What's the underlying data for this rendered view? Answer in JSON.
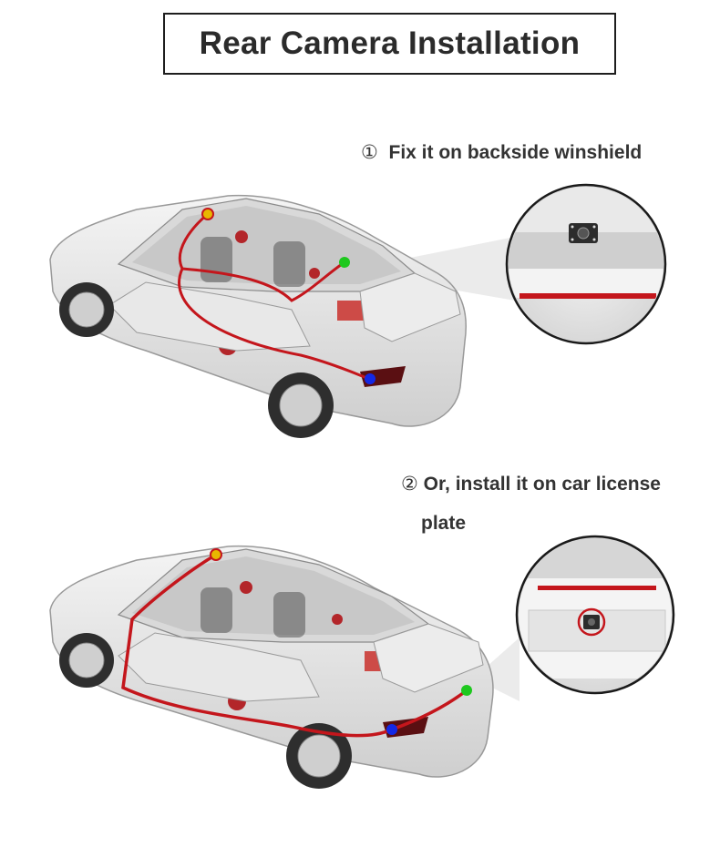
{
  "title": "Rear Camera Installation",
  "steps": [
    {
      "marker": "①",
      "text": "Fix it on backside winshield"
    },
    {
      "marker": "②",
      "text": "Or, install it on car license",
      "text_cont": "plate"
    }
  ],
  "colors": {
    "wire": "#c4161c",
    "dash_cam_dot": "#e8b800",
    "camera_dot_top": "#1ec81e",
    "camera_dot_bottom": "#1ec81e",
    "power_dot": "#1428e6"
  },
  "icons": [
    "rear-camera-icon",
    "dash-cam-dot",
    "power-dot"
  ]
}
